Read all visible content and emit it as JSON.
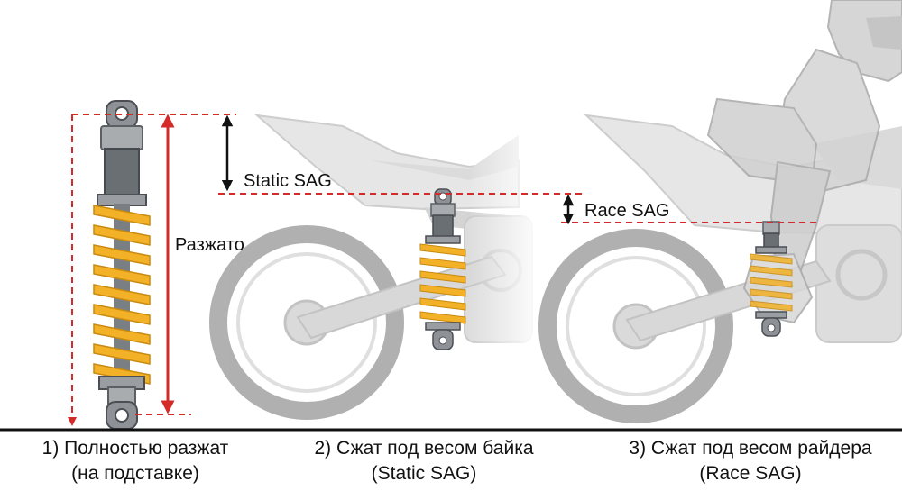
{
  "colors": {
    "spring": "#f2b126",
    "spring_dark": "#c98a10",
    "shock_body": "#6a6f74",
    "metal": "#a9acaf",
    "dashed_ref": "#d42a2a",
    "arrow_red": "#d42a2a",
    "arrow_black": "#111111",
    "bike_gray": "#cfcfcf",
    "tire_gray": "#a6a6a6",
    "rider_gray": "#c8c8c8",
    "ground": "#111111"
  },
  "labels": {
    "extended": "Разжато",
    "static_sag": "Static SAG",
    "race_sag": "Race SAG"
  },
  "stages": [
    {
      "line1": "1) Полностью разжат",
      "line2": "(на подставке)"
    },
    {
      "line1": "2) Сжат под весом байка",
      "line2": "(Static SAG)"
    },
    {
      "line1": "3) Сжат под весом райдера",
      "line2": "(Race SAG)"
    }
  ]
}
